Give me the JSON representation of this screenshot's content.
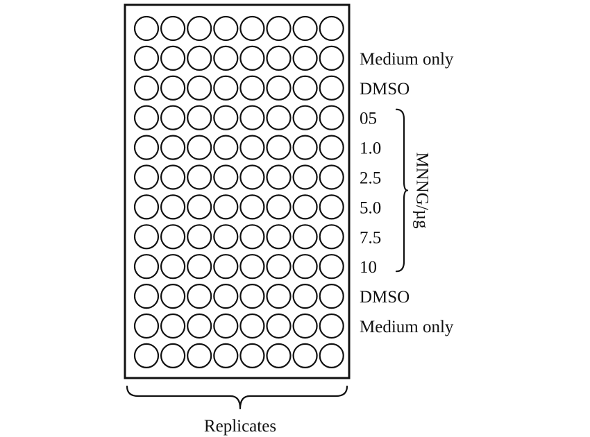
{
  "plate": {
    "rows": 12,
    "columns": 8
  },
  "row_labels": [
    {
      "row": 2,
      "text": "Medium only"
    },
    {
      "row": 3,
      "text": "DMSO"
    },
    {
      "row": 4,
      "text": "05"
    },
    {
      "row": 5,
      "text": "1.0"
    },
    {
      "row": 6,
      "text": "2.5"
    },
    {
      "row": 7,
      "text": "5.0"
    },
    {
      "row": 8,
      "text": "7.5"
    },
    {
      "row": 9,
      "text": "10"
    },
    {
      "row": 10,
      "text": "DMSO"
    },
    {
      "row": 11,
      "text": "Medium only"
    }
  ],
  "concentration_group": {
    "label": "MNNG/µg",
    "first_row": 4,
    "last_row": 9
  },
  "bottom_label": "Replicates",
  "colors": {
    "stroke": "#111111",
    "background": "#ffffff"
  }
}
